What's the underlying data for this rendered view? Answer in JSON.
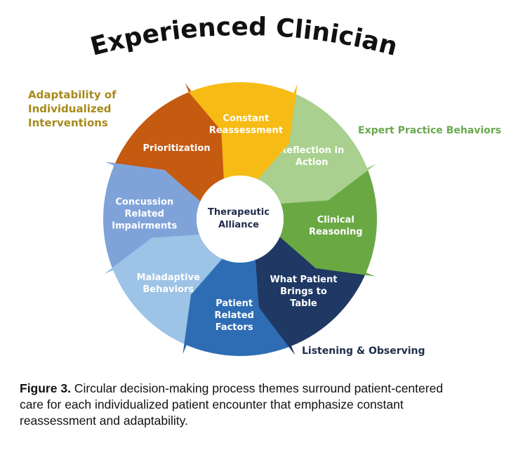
{
  "title": "Experienced Clinician",
  "center": {
    "line1": "Therapeutic",
    "line2": "Alliance"
  },
  "side_labels": {
    "adaptability": {
      "lines": [
        "Adaptability of",
        "Individualized",
        "Interventions"
      ],
      "color": "#a68a1c"
    },
    "expert": {
      "text": "Expert Practice Behaviors",
      "color": "#6aa84f"
    },
    "listening": {
      "text": "Listening & Observing",
      "color": "#1f2d4a"
    }
  },
  "segments": [
    {
      "id": "constant-reassessment",
      "lines": [
        "Constant",
        "Reassessment"
      ],
      "color": "#f6bb14"
    },
    {
      "id": "reflection-in-action",
      "lines": [
        "Reflection in",
        "Action"
      ],
      "color": "#a9d08e"
    },
    {
      "id": "clinical-reasoning",
      "lines": [
        "Clinical",
        "Reasoning"
      ],
      "color": "#6aa844"
    },
    {
      "id": "what-patient-brings",
      "lines": [
        "What Patient",
        "Brings to",
        "Table"
      ],
      "color": "#1f3864"
    },
    {
      "id": "patient-related-factors",
      "lines": [
        "Patient",
        "Related",
        "Factors"
      ],
      "color": "#2e6db4"
    },
    {
      "id": "maladaptive-behaviors",
      "lines": [
        "Maladaptive",
        "Behaviors"
      ],
      "color": "#9dc3e6"
    },
    {
      "id": "concussion-related-impairments",
      "lines": [
        "Concussion",
        "Related",
        "Impairments"
      ],
      "color": "#7fa3d9"
    },
    {
      "id": "prioritization",
      "lines": [
        "Prioritization"
      ],
      "color": "#c55a11"
    }
  ],
  "caption": {
    "label": "Figure 3.",
    "text": " Circular decision-making process themes surround patient-centered care for each individualized patient encounter that emphasize constant reassessment and adaptability."
  }
}
